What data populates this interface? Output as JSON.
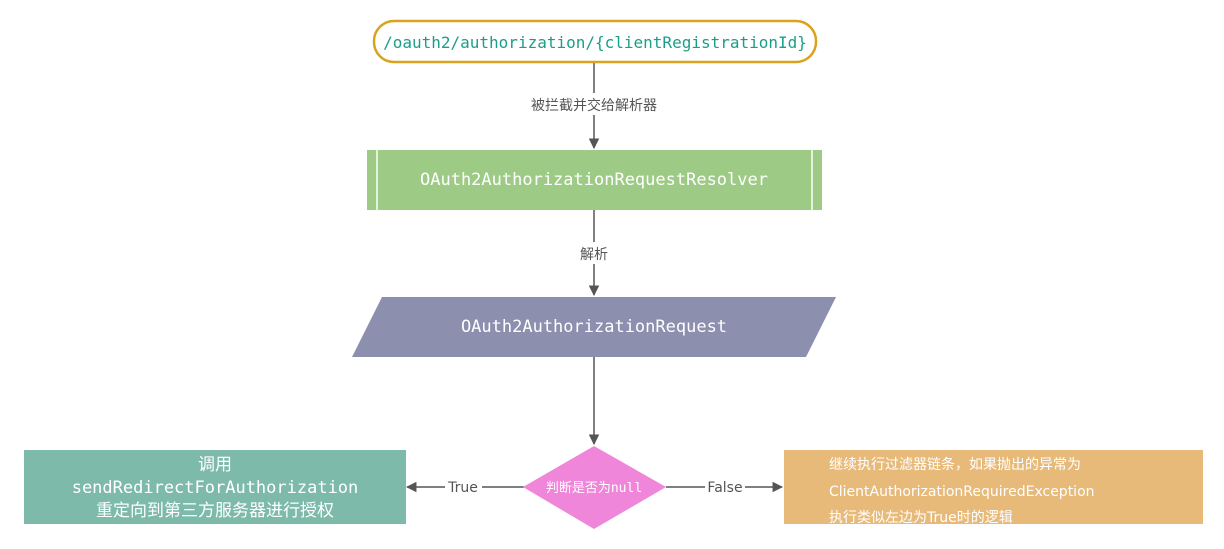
{
  "nodes": {
    "start": {
      "label": "/oauth2/authorization/{clientRegistrationId}"
    },
    "resolver": {
      "label": "OAuth2AuthorizationRequestResolver"
    },
    "request": {
      "label": "OAuth2AuthorizationRequest"
    },
    "decision": {
      "label_prefix": "判断是否为",
      "label_code": "null"
    },
    "left_action": {
      "line1": "调用",
      "line2": "sendRedirectForAuthorization",
      "line3": "重定向到第三方服务器进行授权"
    },
    "right_action": {
      "line1": "继续执行过滤器链条，如果抛出的异常为",
      "line2": "ClientAuthorizationRequiredException",
      "line3": "执行类似左边为True时的逻辑"
    }
  },
  "edges": {
    "intercept": "被拦截并交给解析器",
    "parse": "解析",
    "true_label": "True",
    "false_label": "False"
  },
  "colors": {
    "start_border": "#d9a31f",
    "start_text": "#1a9e8a",
    "resolver_fill": "#9dcb86",
    "request_fill": "#8c8fae",
    "decision_fill": "#f086d9",
    "left_fill": "#7dbaa9",
    "right_fill": "#e8ba7a",
    "edge": "#555555"
  }
}
